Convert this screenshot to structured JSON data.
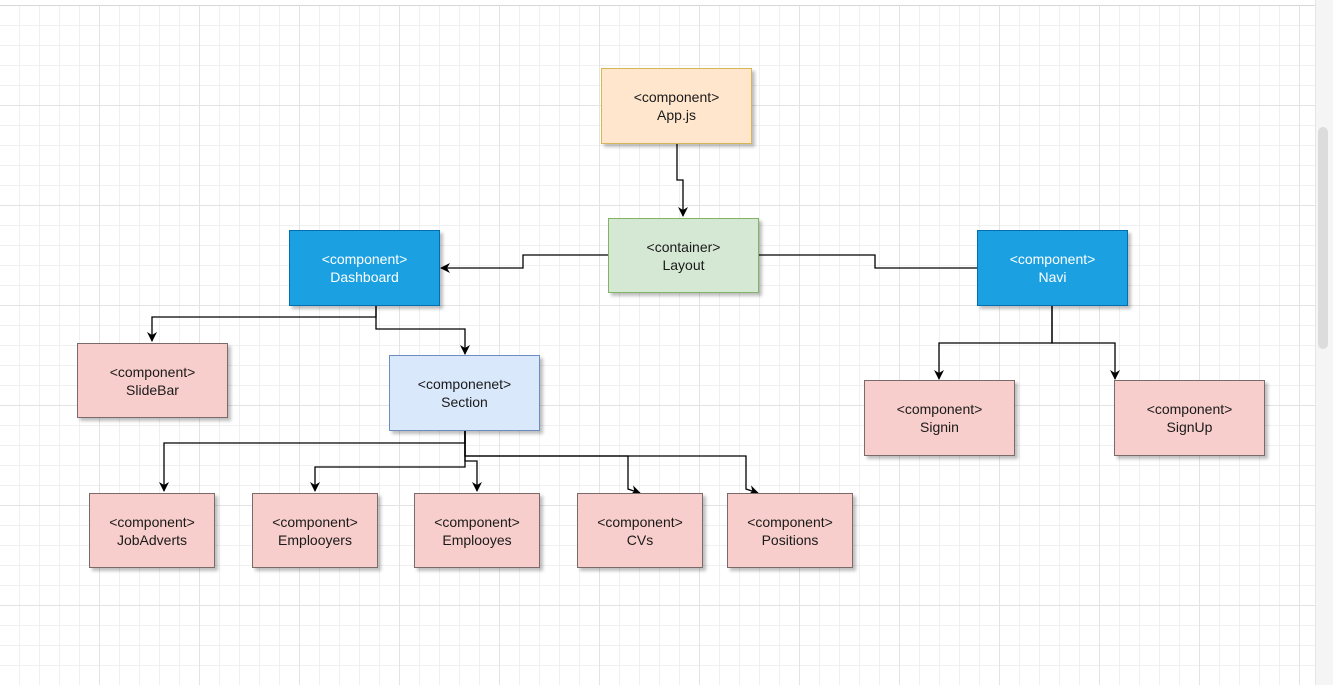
{
  "diagram": {
    "nodes": {
      "app": {
        "stereotype": "<component>",
        "name": "App.js"
      },
      "layout": {
        "stereotype": "<container>",
        "name": "Layout"
      },
      "dashboard": {
        "stereotype": "<component>",
        "name": "Dashboard"
      },
      "navi": {
        "stereotype": "<component>",
        "name": "Navi"
      },
      "slidebar": {
        "stereotype": "<component>",
        "name": "SlideBar"
      },
      "section": {
        "stereotype": "<componenet>",
        "name": "Section"
      },
      "signin": {
        "stereotype": "<component>",
        "name": "Signin"
      },
      "signup": {
        "stereotype": "<component>",
        "name": "SignUp"
      },
      "jobadverts": {
        "stereotype": "<component>",
        "name": "JobAdverts"
      },
      "emplooyers": {
        "stereotype": "<component>",
        "name": "Emplooyers"
      },
      "emplooyes": {
        "stereotype": "<component>",
        "name": "Emplooyes"
      },
      "cvs": {
        "stereotype": "<component>",
        "name": "CVs"
      },
      "positions": {
        "stereotype": "<component>",
        "name": "Positions"
      }
    },
    "edges": [
      [
        "app",
        "layout"
      ],
      [
        "layout",
        "dashboard"
      ],
      [
        "layout",
        "navi"
      ],
      [
        "dashboard",
        "slidebar"
      ],
      [
        "dashboard",
        "section"
      ],
      [
        "navi",
        "signin"
      ],
      [
        "navi",
        "signup"
      ],
      [
        "section",
        "jobadverts"
      ],
      [
        "section",
        "emplooyers"
      ],
      [
        "section",
        "emplooyes"
      ],
      [
        "section",
        "cvs"
      ],
      [
        "section",
        "positions"
      ]
    ]
  },
  "colors": {
    "component_fill": "#f8cecc",
    "app_fill": "#ffe6cc",
    "container_fill": "#d5e8d4",
    "section_fill": "#dae8fc",
    "highlight_fill": "#1ba1e2",
    "connector": "#000000"
  }
}
